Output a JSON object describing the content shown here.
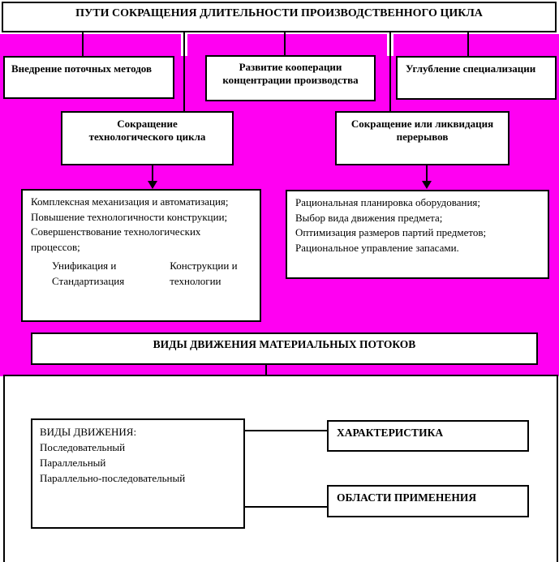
{
  "colors": {
    "accent_magenta": "#ff00f2",
    "line_black": "#000000",
    "box_white": "#ffffff"
  },
  "title_box": {
    "text": "ПУТИ СОКРАЩЕНИЯ ДЛИТЕЛЬНОСТИ ПРОИЗВОДСТВЕННОГО ЦИКЛА"
  },
  "methods_row": {
    "flow_methods": "Внедрение поточных методов",
    "cooperation": "Развитие кооперации\nконцентрации производства",
    "specialization": "Углубление специализации"
  },
  "reduction_row": {
    "tech_cycle": "Сокращение\nтехнологического цикла",
    "breaks": "Сокращение или ликвидация\nперерывов"
  },
  "tech_cycle_detail": {
    "lines": [
      "Комплексная механизация и автоматизация;",
      "Повышение технологичности конструкции;",
      "Совершенствование технологических",
      "процессов;"
    ],
    "col1": "Унификация и\nСтандартизация",
    "col2": "Конструкции и\nтехнологии"
  },
  "breaks_detail": {
    "lines": [
      "Рациональная планировка оборудования;",
      "Выбор вида движения предмета;",
      "Оптимизация размеров партий предметов;",
      "Рациональное управление запасами."
    ]
  },
  "flows_banner": {
    "text": "ВИДЫ ДВИЖЕНИЯ МАТЕРИАЛЬНЫХ ПОТОКОВ"
  },
  "movement_section": {
    "types_heading": "ВИДЫ ДВИЖЕНИЯ:",
    "types_items": [
      "Последовательный",
      "Параллельный",
      "Параллельно-последовательный"
    ],
    "characteristic": "ХАРАКТЕРИСТИКА",
    "application": "ОБЛАСТИ ПРИМЕНЕНИЯ"
  }
}
